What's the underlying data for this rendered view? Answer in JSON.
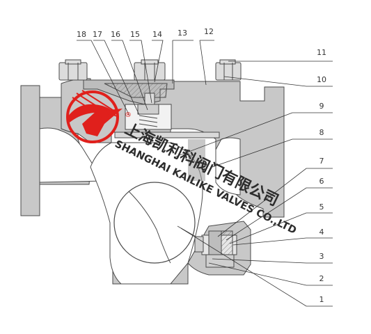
{
  "callouts": {
    "top": [
      "18",
      "17",
      "16",
      "15",
      "14",
      "13",
      "12"
    ],
    "right": [
      "11",
      "10",
      "9",
      "8",
      "7",
      "6",
      "5",
      "4",
      "3",
      "2",
      "1"
    ]
  },
  "watermark": {
    "chinese": "上海凯利科阀门有限公司",
    "english": "SHANGHAI KAILIKE VALVES CO.,LTD",
    "registered_mark": "®"
  },
  "colors": {
    "body_fill": "#c8c8c8",
    "body_dark": "#9a9a9a",
    "line": "#4a4a4a",
    "logo_red": "#e0201c",
    "text": "#2c2c2c"
  }
}
